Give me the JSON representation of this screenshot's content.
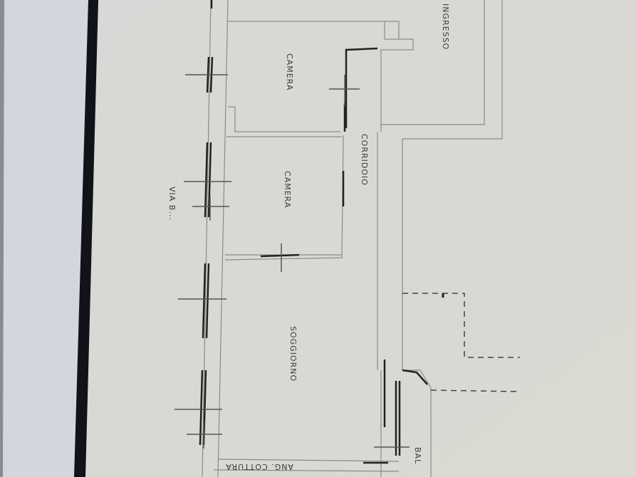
{
  "plan": {
    "rooms": {
      "camera_1": "CAMERA",
      "camera_2": "CAMERA",
      "soggiorno": "SOGGIORNO",
      "corridoio": "CORRIDOIO",
      "ingresso": "INGRESSO",
      "ang_cottura": "ANG. COTTURA",
      "balcone": "BAL"
    },
    "street": "VIA B..."
  },
  "colors": {
    "paper": "#dcdcd6",
    "paper_left": "#d3d8de",
    "binder_strip": "#111318",
    "wall": "#2a2a2a",
    "thin_line": "#8a8a86"
  }
}
